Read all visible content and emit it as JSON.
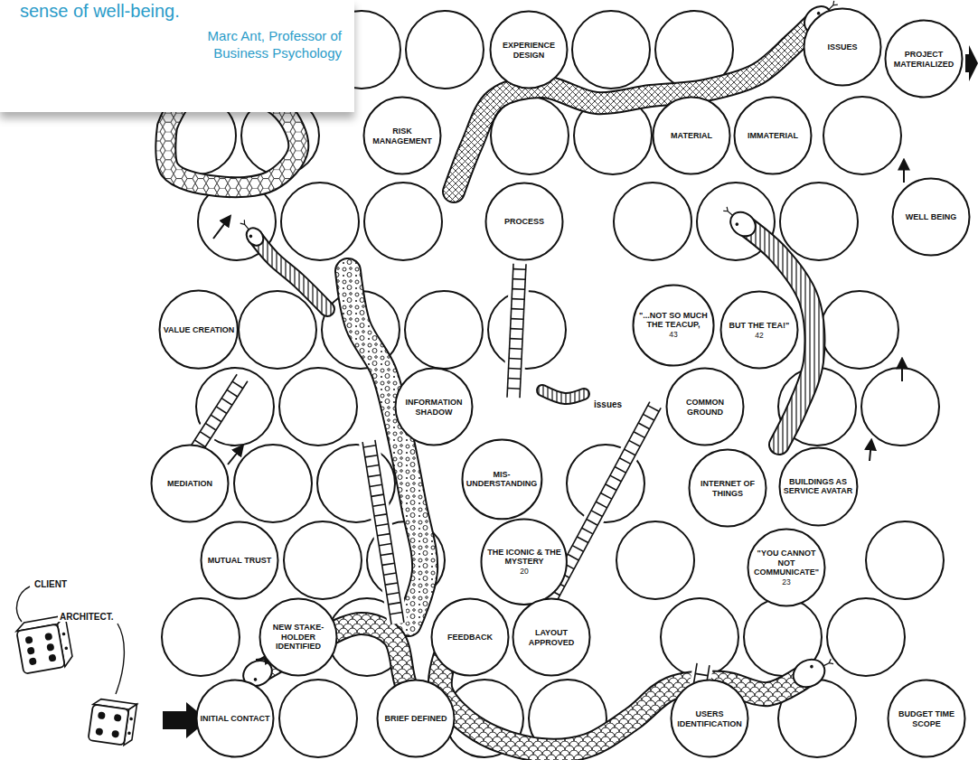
{
  "diagram": {
    "nodes": [
      {
        "text": [
          "sense of well-being.",
          "Marc Ant, Professor of Business Psychology"
        ]
      },
      {
        "text": [
          "EXPERIENCE DESIGN"
        ]
      },
      {
        "text": [
          "ISSUES"
        ]
      },
      {
        "text": [
          "PROJECT MATERIALIZED"
        ]
      },
      {
        "text": [
          "RISK MANAGEMENT"
        ]
      },
      {
        "text": [
          "MATERIAL"
        ]
      },
      {
        "text": [
          "IMMATERIAL"
        ]
      },
      {
        "text": [
          "PROCESS"
        ]
      },
      {
        "text": [
          "WELL BEING"
        ]
      },
      {
        "text": [
          "VALUE CREATION"
        ]
      },
      {
        "text": [
          "\"...NOT SO MUCH THE TEACUP,",
          "43"
        ]
      },
      {
        "text": [
          "BUT THE TEA!\"",
          "42"
        ]
      },
      {
        "text": [
          "INFORMATION SHADOW"
        ]
      },
      {
        "text": [
          "COMMON GROUND"
        ]
      },
      {
        "text": [
          "MEDIATION"
        ]
      },
      {
        "text": [
          "MIS-UNDERSTANDING"
        ]
      },
      {
        "text": [
          "INTERNET OF THINGS"
        ]
      },
      {
        "text": [
          "BUILDINGS AS SERVICE AVATAR"
        ]
      },
      {
        "text": [
          "MUTUAL TRUST"
        ]
      },
      {
        "text": [
          "THE ICONIC & THE MYSTERY",
          "20"
        ]
      },
      {
        "text": [
          "\"YOU CANNOT NOT COMMUNICATE\"",
          "23"
        ]
      },
      {
        "text": [
          "NEW STAKE-HOLDER IDENTIFIED"
        ]
      },
      {
        "text": [
          "FEEDBACK"
        ]
      },
      {
        "text": [
          "LAYOUT APPROVED"
        ]
      },
      {
        "text": [
          "INITIAL CONTACT"
        ]
      },
      {
        "text": [
          "BRIEF DEFINED"
        ]
      },
      {
        "text": [
          "USERS IDENTIFICATION"
        ]
      },
      {
        "text": [
          "BUDGET TIME SCOPE"
        ]
      }
    ],
    "labels": [
      "issues",
      "CLIENT",
      "ARCHITECT."
    ]
  }
}
